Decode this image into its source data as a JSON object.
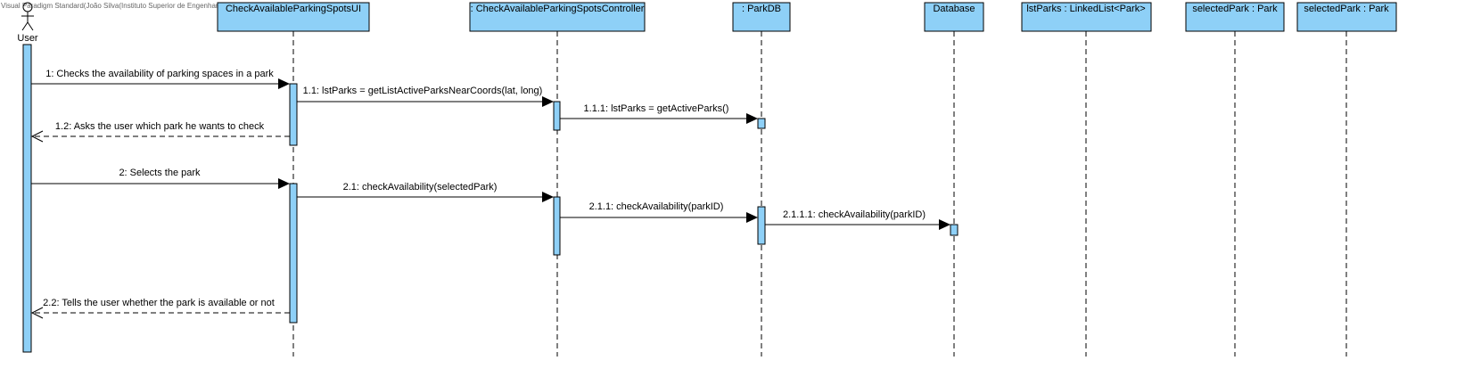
{
  "watermark": "Visual Paradigm Standard(João Silva(Instituto Superior de Engenharia do Porto))",
  "actor": {
    "name": "User"
  },
  "lifelines": [
    {
      "id": "ui",
      "label": "CheckAvailableParkingSpotsUI"
    },
    {
      "id": "controller",
      "label": ": CheckAvailableParkingSpotsController"
    },
    {
      "id": "parkdb",
      "label": ": ParkDB"
    },
    {
      "id": "database",
      "label": "Database"
    },
    {
      "id": "lstparks",
      "label": "lstParks : LinkedList<Park>"
    },
    {
      "id": "selectedpark1",
      "label": "selectedPark : Park"
    },
    {
      "id": "selectedpark2",
      "label": "selectedPark : Park"
    }
  ],
  "messages": [
    {
      "id": "m1",
      "label": "1: Checks the availability of parking spaces in a park",
      "from": "user",
      "to": "ui",
      "type": "sync"
    },
    {
      "id": "m1_1",
      "label": "1.1: lstParks = getListActiveParksNearCoords(lat, long)",
      "from": "ui",
      "to": "controller",
      "type": "sync"
    },
    {
      "id": "m1_1_1",
      "label": "1.1.1: lstParks = getActiveParks()",
      "from": "controller",
      "to": "parkdb",
      "type": "sync"
    },
    {
      "id": "m1_2",
      "label": "1.2: Asks the user which park he wants to check",
      "from": "ui",
      "to": "user",
      "type": "reply"
    },
    {
      "id": "m2",
      "label": "2: Selects the park",
      "from": "user",
      "to": "ui",
      "type": "sync"
    },
    {
      "id": "m2_1",
      "label": "2.1: checkAvailability(selectedPark)",
      "from": "ui",
      "to": "controller",
      "type": "sync"
    },
    {
      "id": "m2_1_1",
      "label": "2.1.1: checkAvailability(parkID)",
      "from": "controller",
      "to": "parkdb",
      "type": "sync"
    },
    {
      "id": "m2_1_1_1",
      "label": "2.1.1.1: checkAvailability(parkID)",
      "from": "parkdb",
      "to": "database",
      "type": "sync"
    },
    {
      "id": "m2_2",
      "label": "2.2: Tells the user whether the park is available or not",
      "from": "ui",
      "to": "user",
      "type": "reply"
    }
  ],
  "colors": {
    "box_fill": "#8ED0F7",
    "activation_fill": "#8ED0F7",
    "line": "#000000"
  }
}
